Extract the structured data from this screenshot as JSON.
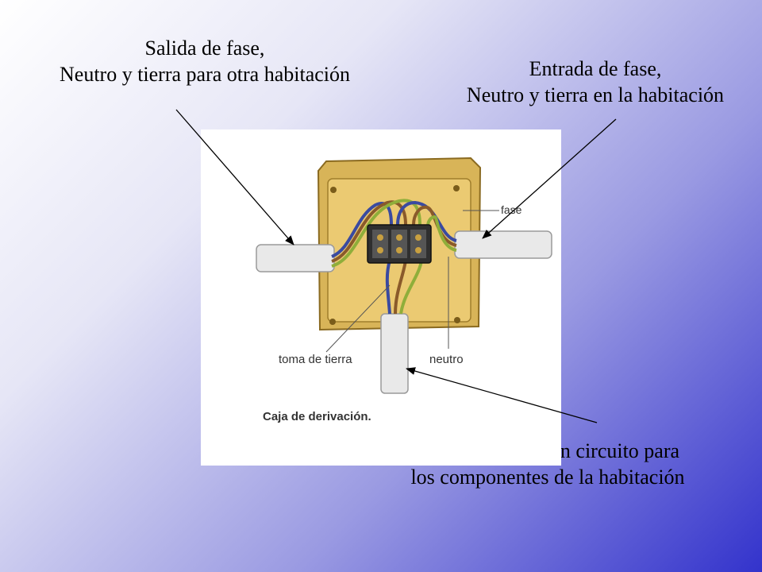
{
  "captions": {
    "left": [
      "Salida de fase,",
      "Neutro y tierra para otra habitación"
    ],
    "right": [
      "Entrada de fase,",
      "Neutro y tierra en la habitación"
    ],
    "bottom": [
      "Conductores de un circuito para",
      "los componentes de la habitación"
    ]
  },
  "figure": {
    "label_fase": "fase",
    "label_toma_tierra": "toma de tierra",
    "label_neutro": "neutro",
    "caption": "Caja de derivación."
  }
}
